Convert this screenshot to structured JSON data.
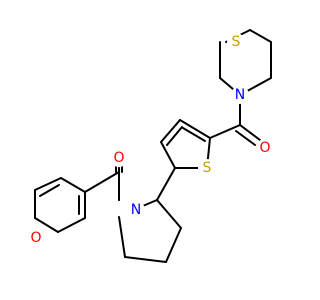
{
  "molecule": {
    "atoms": [
      {
        "id": "S1",
        "symbol": "S",
        "color": "#c8a000"
      },
      {
        "id": "N1",
        "symbol": "N",
        "color": "#0000ff"
      },
      {
        "id": "O1",
        "symbol": "O",
        "color": "#ff0000"
      },
      {
        "id": "S2",
        "symbol": "S",
        "color": "#c8a000"
      },
      {
        "id": "O2",
        "symbol": "O",
        "color": "#ff0000"
      },
      {
        "id": "N2",
        "symbol": "N",
        "color": "#0000ff"
      },
      {
        "id": "O3",
        "symbol": "O",
        "color": "#ff0000"
      }
    ]
  }
}
